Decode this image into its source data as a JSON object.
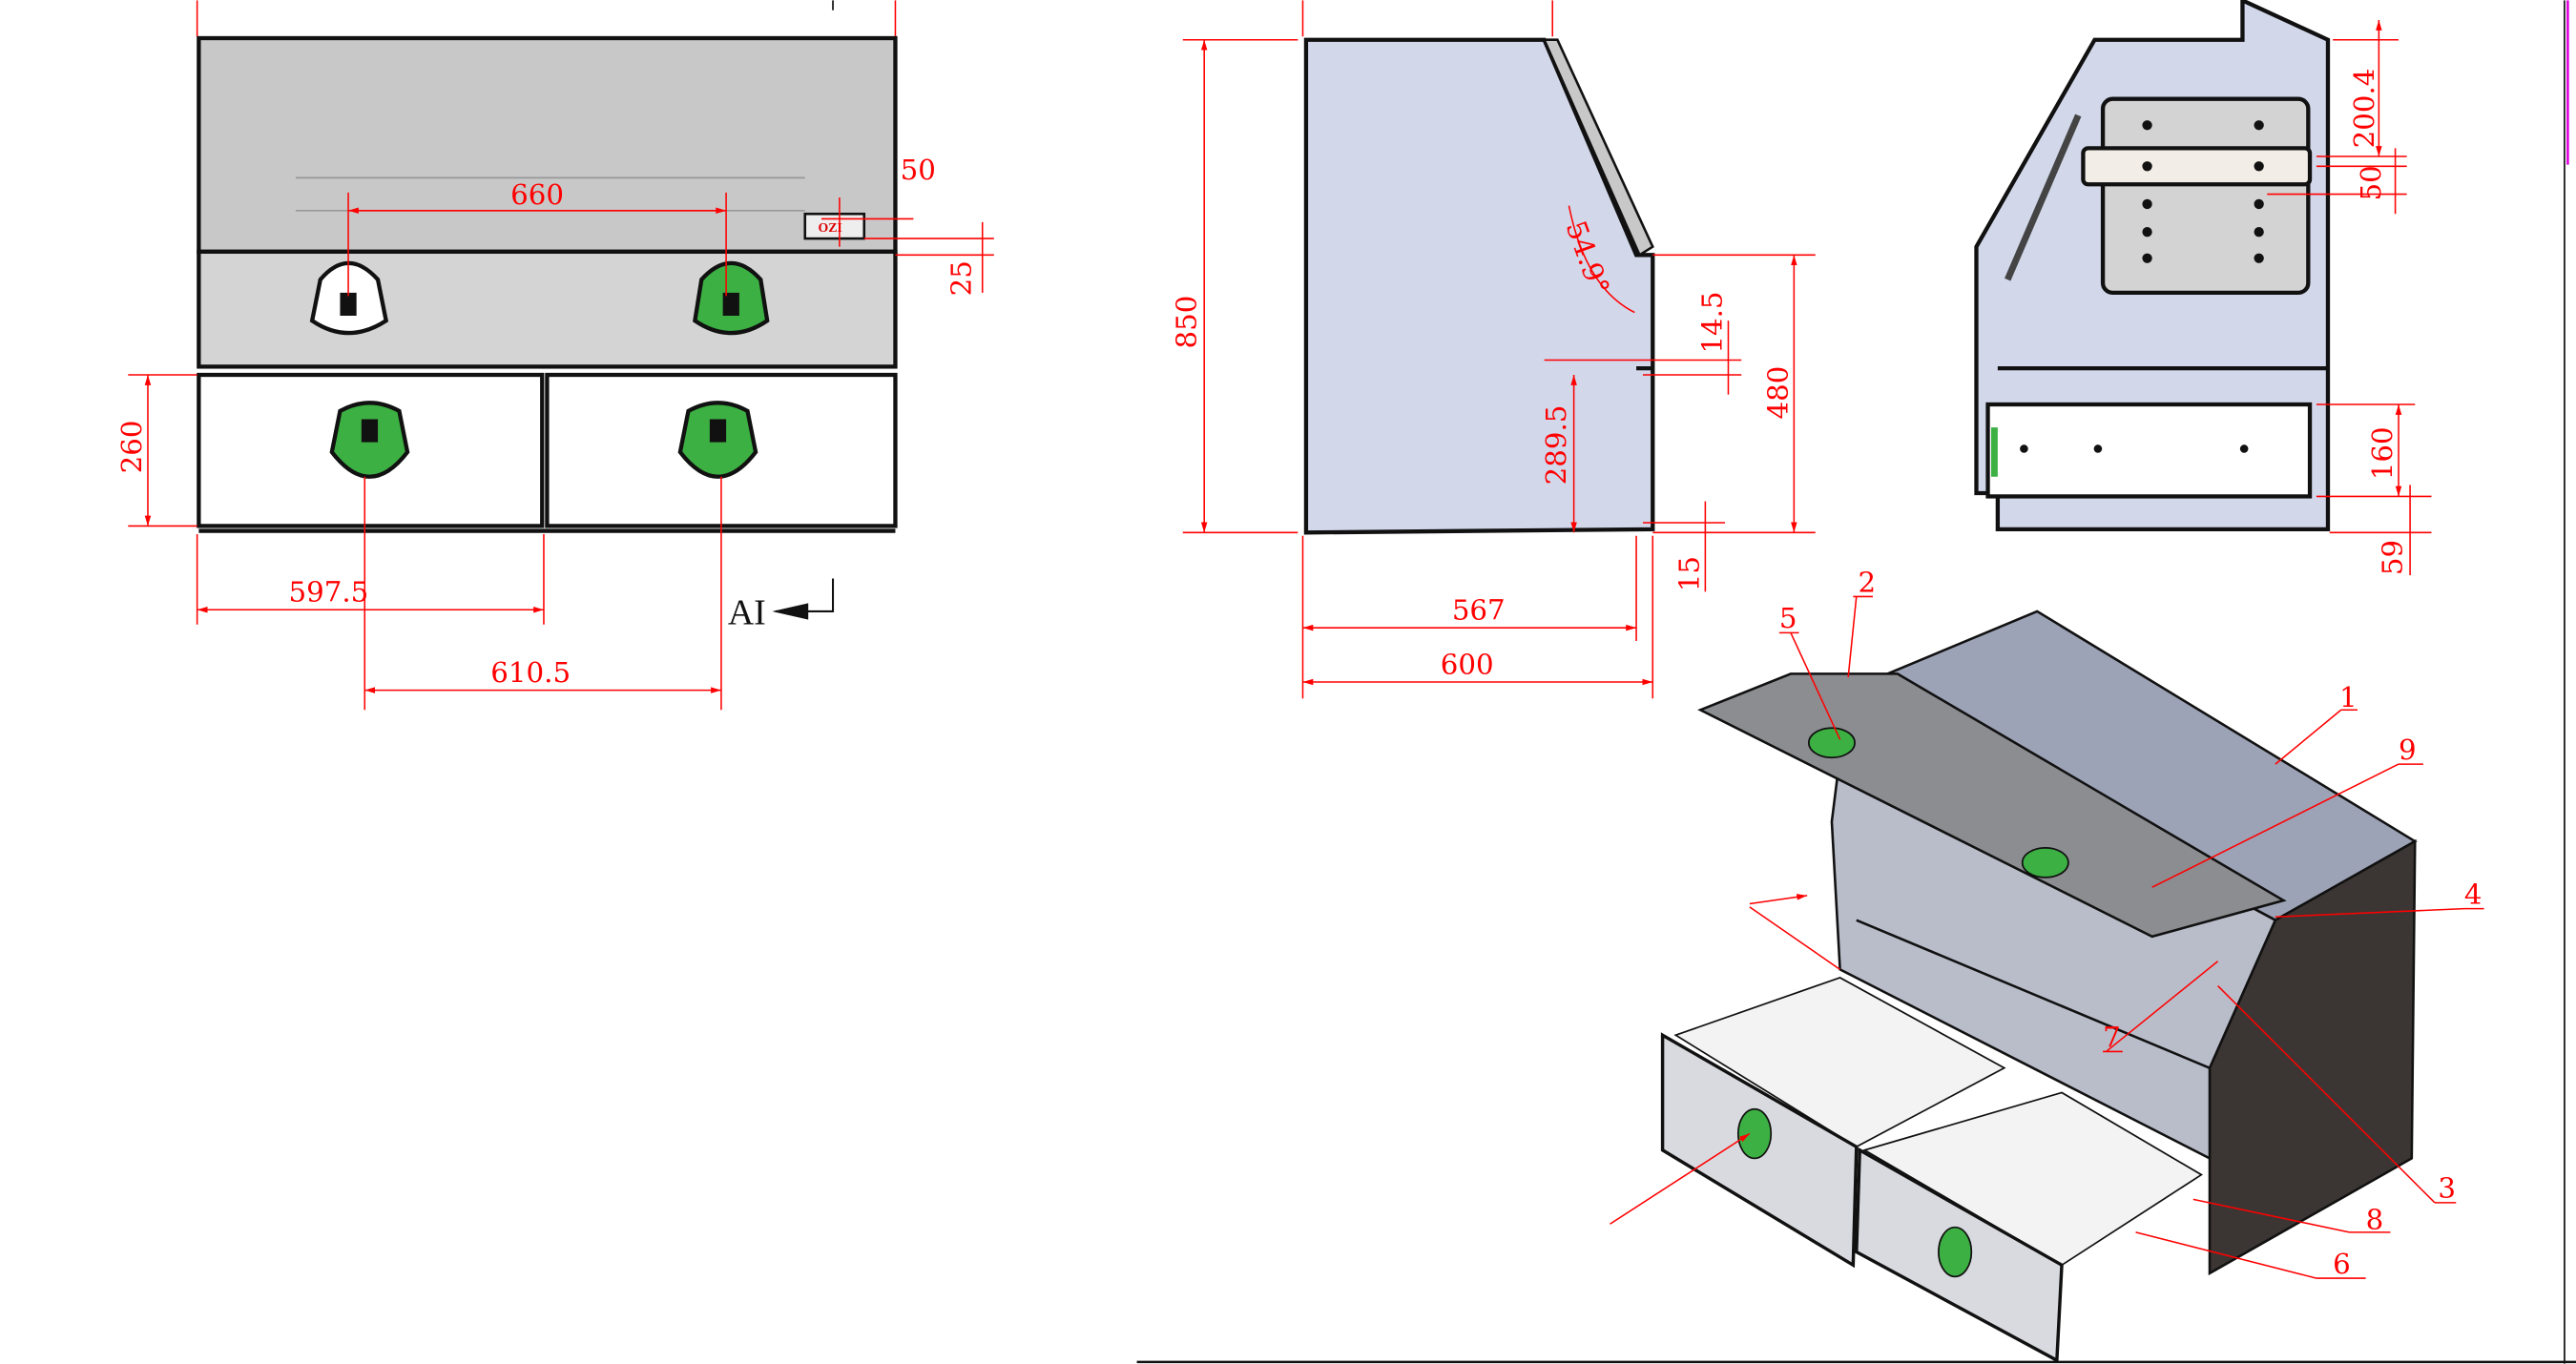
{
  "front_view": {
    "dims": {
      "handle_spacing": "660",
      "badge_offset": "50",
      "badge_height": "25",
      "drawer_height": "260",
      "drawer_width": "597.5",
      "drawer_handle_spacing": "610.5"
    },
    "section_label": "AI",
    "badge_text": "OZI"
  },
  "side_view": {
    "dims": {
      "height": "850",
      "angle": "54.9°",
      "gap": "14.5",
      "lower_height": "289.5",
      "upper_height": "480",
      "depth_body": "567",
      "depth_total": "600",
      "base": "15"
    }
  },
  "section_view": {
    "dims": {
      "top": "200.4",
      "rail": "50",
      "drawer": "160",
      "bottom": "59"
    }
  },
  "isometric_view": {
    "balloons": [
      "1",
      "2",
      "3",
      "4",
      "5",
      "6",
      "7",
      "8",
      "9"
    ]
  },
  "colors": {
    "dimension": "#ff0000",
    "handle": "#3cb043",
    "panel": "#d0d6ea",
    "lid": "#c8c8c8"
  }
}
